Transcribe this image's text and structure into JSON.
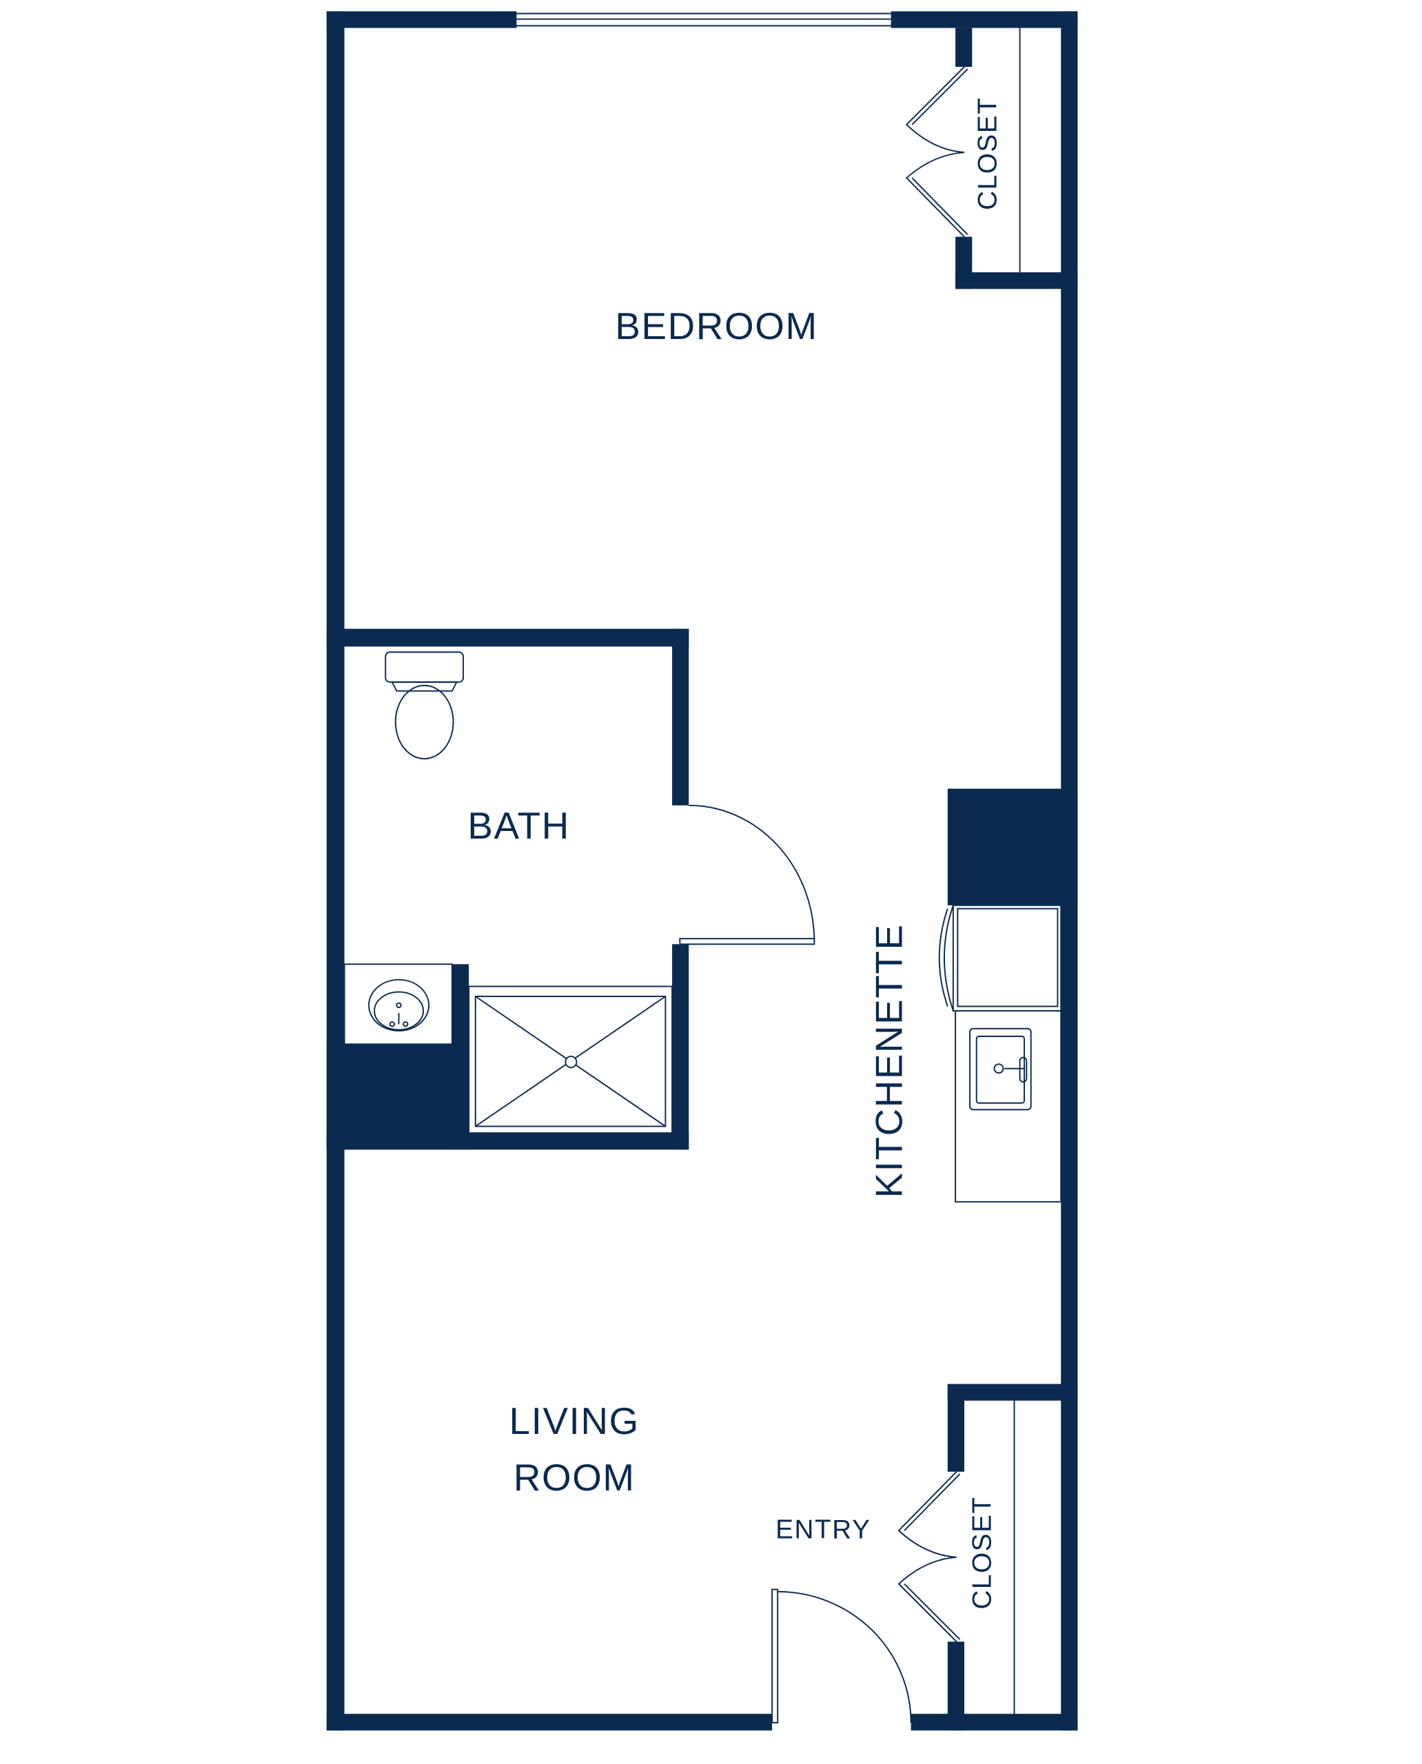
{
  "colors": {
    "wall": "#0b2a4f",
    "background": "#ffffff"
  },
  "rooms": {
    "bedroom": "BEDROOM",
    "bath": "BATH",
    "kitchenette": "KITCHENETTE",
    "living_line1": "LIVING",
    "living_line2": "ROOM",
    "entry": "ENTRY",
    "closet_top": "CLOSET",
    "closet_bottom": "CLOSET"
  }
}
